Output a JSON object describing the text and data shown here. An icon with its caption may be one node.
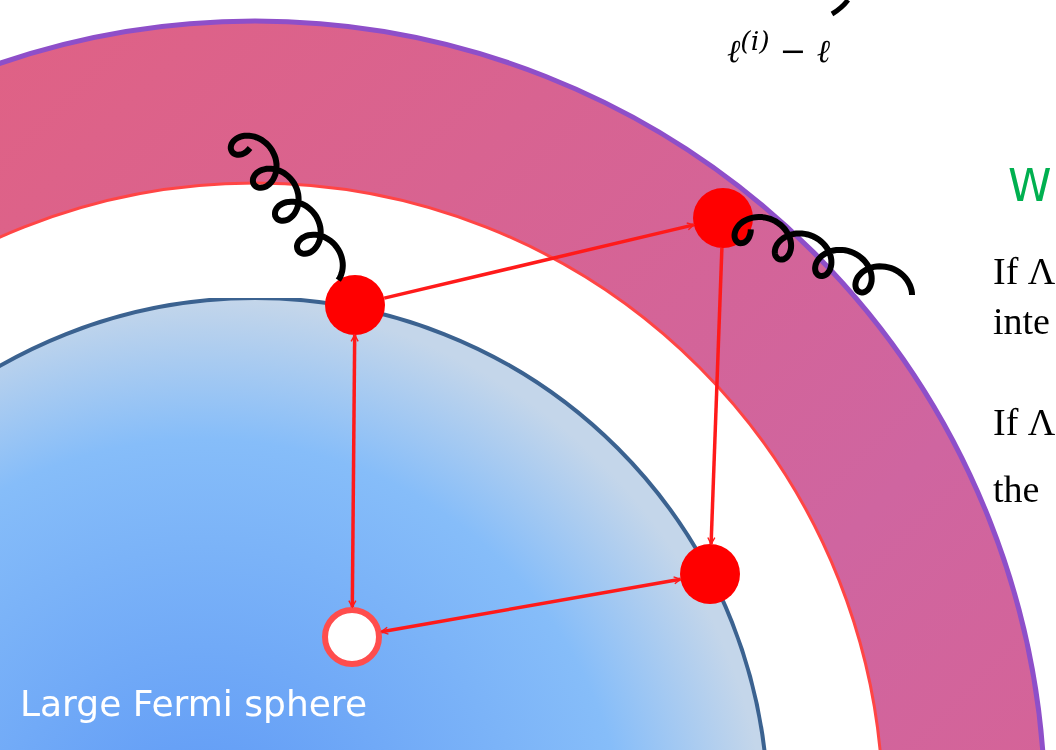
{
  "diagram": {
    "nodes": [
      {
        "text": [
          "Large Fermi sphere"
        ]
      },
      {
        "text": [],
        "shape": "circle"
      },
      {
        "text": [],
        "shape": "circle"
      },
      {
        "text": [],
        "shape": "circle"
      },
      {
        "text": [],
        "shape": "circle",
        "in": 0
      }
    ],
    "edges": [
      {
        "from": 1,
        "to": 2,
        "arrow": "to"
      },
      {
        "from": 2,
        "to": 3,
        "arrow": "to"
      },
      {
        "from": 1,
        "to": 4,
        "arrow": "both"
      },
      {
        "from": 3,
        "to": 4,
        "arrow": "both"
      },
      {
        "from": null,
        "to": 1,
        "arrow": "none",
        "color": "#000000"
      },
      {
        "from": 2,
        "to": null,
        "arrow": "none",
        "color": "#000000"
      }
    ],
    "labels": [
      "ℓ$^{(i)}$ − ℓ",
      "W",
      "If Λ",
      "inte",
      "If Λ",
      "the"
    ]
  }
}
